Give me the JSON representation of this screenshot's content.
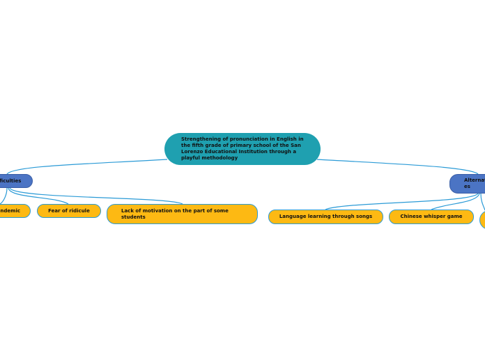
{
  "central_topic": "Strengthening of pronunciation in English in the fifth grade of primary school of the San Lorenzo Educational Institution through a playful methodology",
  "left_branch": {
    "label": "ficulties",
    "children": [
      "ndemic",
      "Fear of ridicule",
      "Lack of motivation on the part of some students"
    ]
  },
  "right_branch": {
    "label": "Alternati es",
    "children": [
      "Language learning through songs",
      "Chinese whisper game",
      ""
    ]
  },
  "colors": {
    "central": "#1fa0b0",
    "main_topic": "#4b74c4",
    "sub_topic": "#fdb913",
    "connector": "#2a9ad6"
  }
}
